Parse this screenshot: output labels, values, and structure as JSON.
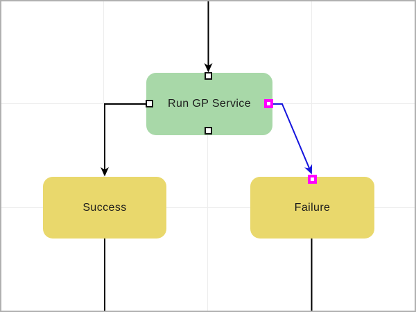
{
  "colors": {
    "canvas-bg": "#ffffff",
    "grid-line": "#ededed",
    "frame": "#b0b0b0",
    "process-fill": "#a8d8a8",
    "terminal-fill": "#e9d86c",
    "link": "#000000",
    "link-selected": "#1515dd",
    "handle-selected": "#ff00ff",
    "port-stroke": "#111111",
    "label-text": "#1c1c1c"
  },
  "nodes": [
    {
      "id": "run-gp-service",
      "label": "Run GP Service",
      "kind": "process"
    },
    {
      "id": "success",
      "label": "Success",
      "kind": "terminal"
    },
    {
      "id": "failure",
      "label": "Failure",
      "kind": "terminal"
    }
  ],
  "links": [
    {
      "from": "offscreen-top",
      "to": "run-gp-service",
      "selected": false
    },
    {
      "from": "run-gp-service",
      "to": "success",
      "selected": false
    },
    {
      "from": "run-gp-service",
      "to": "failure",
      "selected": true
    },
    {
      "from": "success",
      "to": "offscreen-bottom",
      "selected": false
    },
    {
      "from": "failure",
      "to": "offscreen-bottom",
      "selected": false
    }
  ]
}
